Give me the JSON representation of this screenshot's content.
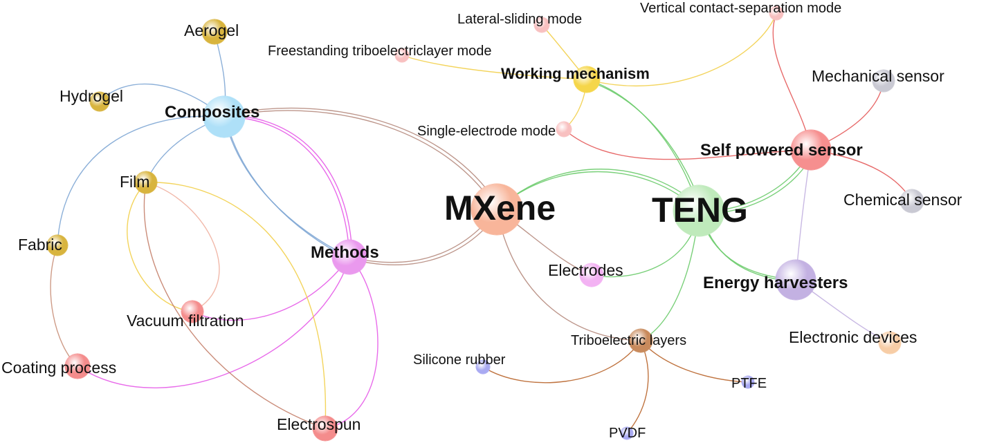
{
  "diagram": {
    "nodes": {
      "mxene": {
        "label": "MXene",
        "color": "#f8b59a"
      },
      "teng": {
        "label": "TENG",
        "color": "#bfeabb"
      },
      "composites": {
        "label": "Composites",
        "color": "#aee0f8"
      },
      "methods": {
        "label": "Methods",
        "color": "#ea99ee"
      },
      "working": {
        "label": "Working mechanism",
        "color": "#f5d64a"
      },
      "selfpowered": {
        "label": "Self powered sensor",
        "color": "#f68f8f"
      },
      "energy": {
        "label": "Energy harvesters",
        "color": "#c3b1e2"
      },
      "aerogel": {
        "label": "Aerogel",
        "color": "#d8b43e"
      },
      "hydrogel": {
        "label": "Hydrogel",
        "color": "#d8b43e"
      },
      "film": {
        "label": "Film",
        "color": "#d8b43e"
      },
      "fabric": {
        "label": "Fabric",
        "color": "#d8b43e"
      },
      "vacuum": {
        "label": "Vacuum filtration",
        "color": "#f48c8c"
      },
      "coating": {
        "label": "Coating process",
        "color": "#f48c8c"
      },
      "electrospun": {
        "label": "Electrospun",
        "color": "#f48c8c"
      },
      "lateral": {
        "label": "Lateral-sliding mode",
        "color": "#f8c0c0"
      },
      "vertical": {
        "label": "Vertical contact-separation mode",
        "color": "#f8c0c0"
      },
      "freestanding": {
        "label": "Freestanding triboelectriclayer mode",
        "color": "#f8c0c0"
      },
      "single": {
        "label": "Single-electrode mode",
        "color": "#f8c0c0"
      },
      "mechanical": {
        "label": "Mechanical sensor",
        "color": "#c9c9d3"
      },
      "chemical": {
        "label": "Chemical sensor",
        "color": "#c9c9d3"
      },
      "electrodes": {
        "label": "Electrodes",
        "color": "#f3b2f3"
      },
      "tribo": {
        "label": "Triboelectric layers",
        "color": "#c88a5c"
      },
      "electronic": {
        "label": "Electronic devices",
        "color": "#f7cda6"
      },
      "silicone": {
        "label": "Silicone rubber",
        "color": "#a9aaf2"
      },
      "ptfe": {
        "label": "PTFE",
        "color": "#a9aaf2"
      },
      "pvdf": {
        "label": "PVDF",
        "color": "#a9aaf2"
      }
    },
    "edge_colors": {
      "composites": "#7ea6d4",
      "methods": "#e55ae8",
      "film": "#f2cf4a",
      "vacuum": "#f0b0a0",
      "coating": "#c9907a",
      "electrospun": "#c4806a",
      "working": "#f2cf4a",
      "sensor": "#e45a5a",
      "teng": "#6ccb6c",
      "mxene": "#b68b7e",
      "tribo": "#b8642a",
      "energy": "#c2b0e0"
    }
  }
}
